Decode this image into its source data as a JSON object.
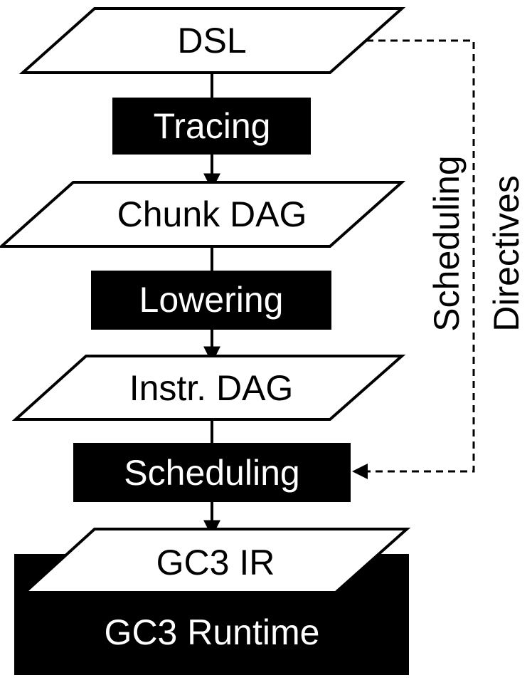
{
  "nodes": {
    "dsl": "DSL",
    "tracing": "Tracing",
    "chunk_dag": "Chunk DAG",
    "lowering": "Lowering",
    "instr_dag": "Instr. DAG",
    "scheduling": "Scheduling",
    "gc3_ir": "GC3 IR",
    "gc3_runtime": "GC3 Runtime"
  },
  "side_label": {
    "line1": "Scheduling",
    "line2": "Directives"
  },
  "colors": {
    "stroke": "#000000",
    "fill_dark": "#000000",
    "fill_light": "#ffffff",
    "text_dark": "#000000",
    "text_light": "#ffffff"
  }
}
